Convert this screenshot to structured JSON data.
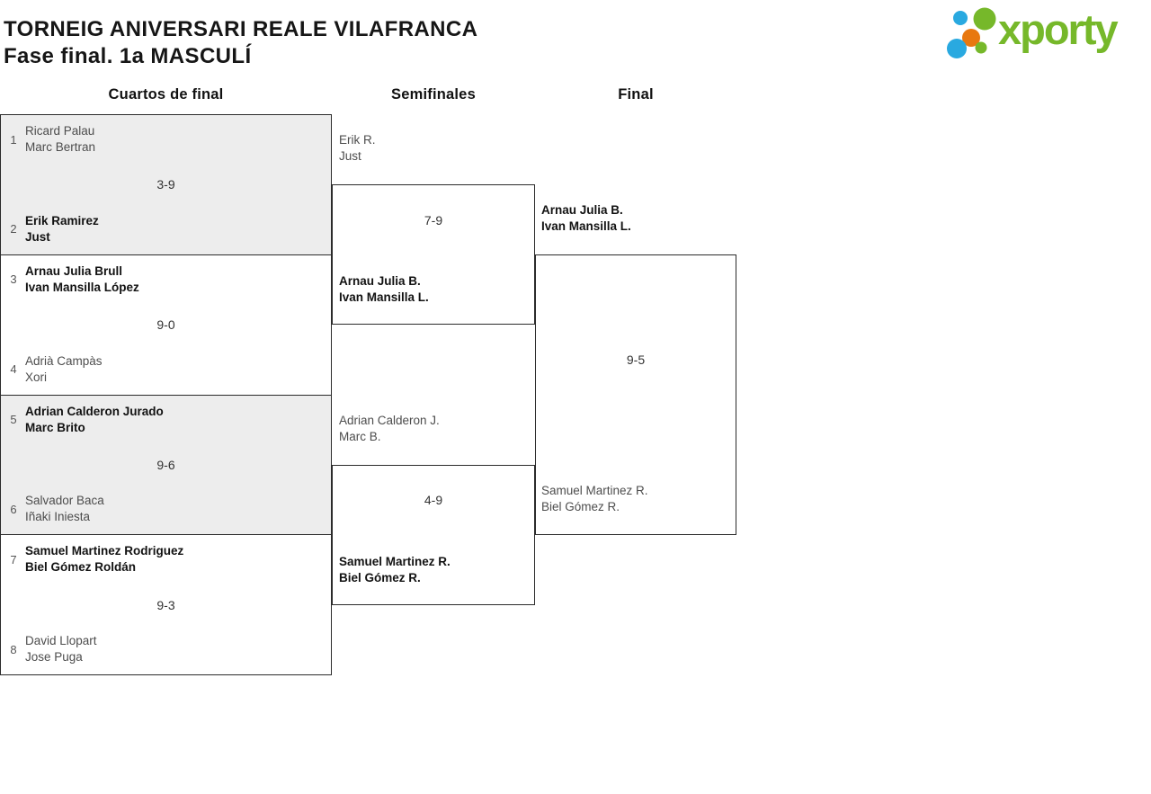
{
  "header": {
    "title_line1": "TORNEIG ANIVERSARI REALE VILAFRANCA",
    "title_line2": "Fase final. 1a MASCULÍ"
  },
  "logo": {
    "text": "xporty",
    "colors": {
      "green": "#76b82a",
      "blue": "#29a9e0",
      "orange": "#e8780f"
    }
  },
  "columns": [
    {
      "label": "Cuartos de final"
    },
    {
      "label": "Semifinales"
    },
    {
      "label": "Final"
    }
  ],
  "colors": {
    "border": "#2b2b2b",
    "shaded_match_bg": "#ededed",
    "winner_text": "#121212",
    "loser_text": "#4d4d4d",
    "seed_text": "#555555",
    "score_text": "#333333"
  },
  "bracket": {
    "quarterfinals": [
      {
        "score": "3-9",
        "shaded": true,
        "top": {
          "seed": "1",
          "line1": "Ricard Palau",
          "line2": "Marc Bertran",
          "winner": false
        },
        "bottom": {
          "seed": "2",
          "line1": "Erik Ramirez",
          "line2": "Just",
          "winner": true
        }
      },
      {
        "score": "9-0",
        "shaded": false,
        "top": {
          "seed": "3",
          "line1": "Arnau Julia Brull",
          "line2": "Ivan Mansilla López",
          "winner": true
        },
        "bottom": {
          "seed": "4",
          "line1": "Adrià Campàs",
          "line2": "Xori",
          "winner": false
        }
      },
      {
        "score": "9-6",
        "shaded": true,
        "top": {
          "seed": "5",
          "line1": "Adrian Calderon Jurado",
          "line2": "Marc Brito",
          "winner": true
        },
        "bottom": {
          "seed": "6",
          "line1": "Salvador Baca",
          "line2": "Iñaki Iniesta",
          "winner": false
        }
      },
      {
        "score": "9-3",
        "shaded": false,
        "top": {
          "seed": "7",
          "line1": "Samuel Martinez Rodriguez",
          "line2": "Biel Gómez Roldán",
          "winner": true
        },
        "bottom": {
          "seed": "8",
          "line1": "David Llopart",
          "line2": "Jose Puga",
          "winner": false
        }
      }
    ],
    "semifinals": [
      {
        "score": "7-9",
        "top": {
          "line1": "Erik R.",
          "line2": "Just",
          "winner": false
        },
        "bottom": {
          "line1": "Arnau Julia B.",
          "line2": "Ivan Mansilla L.",
          "winner": true
        }
      },
      {
        "score": "4-9",
        "top": {
          "line1": "Adrian Calderon J.",
          "line2": "Marc B.",
          "winner": false
        },
        "bottom": {
          "line1": "Samuel Martinez R.",
          "line2": "Biel Gómez R.",
          "winner": true
        }
      }
    ],
    "final": {
      "score": "9-5",
      "top": {
        "line1": "Arnau Julia B.",
        "line2": "Ivan Mansilla L.",
        "winner": true
      },
      "bottom": {
        "line1": "Samuel Martinez R.",
        "line2": "Biel Gómez R.",
        "winner": false
      }
    }
  }
}
